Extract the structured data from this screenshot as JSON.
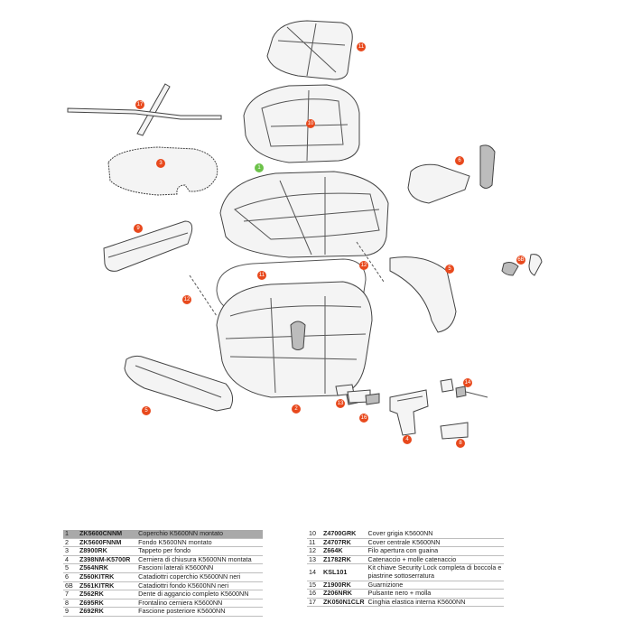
{
  "callouts": [
    {
      "id": "c11a",
      "label": "11",
      "color": "red"
    },
    {
      "id": "c10",
      "label": "10",
      "color": "red"
    },
    {
      "id": "c17",
      "label": "17",
      "color": "red"
    },
    {
      "id": "c3",
      "label": "3",
      "color": "red"
    },
    {
      "id": "c1",
      "label": "1",
      "color": "green"
    },
    {
      "id": "c6",
      "label": "6",
      "color": "red"
    },
    {
      "id": "c9",
      "label": "9",
      "color": "red"
    },
    {
      "id": "c12a",
      "label": "12",
      "color": "red"
    },
    {
      "id": "c11b",
      "label": "11",
      "color": "red"
    },
    {
      "id": "c12b",
      "label": "12",
      "color": "red"
    },
    {
      "id": "c5a",
      "label": "5",
      "color": "red"
    },
    {
      "id": "c6b",
      "label": "6B",
      "color": "red"
    },
    {
      "id": "c5b",
      "label": "5",
      "color": "red"
    },
    {
      "id": "c2",
      "label": "2",
      "color": "red"
    },
    {
      "id": "c13",
      "label": "13",
      "color": "red"
    },
    {
      "id": "c16",
      "label": "16",
      "color": "red"
    },
    {
      "id": "c14",
      "label": "14",
      "color": "red"
    },
    {
      "id": "c4",
      "label": "4",
      "color": "red"
    },
    {
      "id": "c8",
      "label": "8",
      "color": "red"
    }
  ],
  "parts_left": [
    {
      "num": "1",
      "code": "ZK5600CNNM",
      "desc": "Coperchio K5600NN montato",
      "highlight": true
    },
    {
      "num": "2",
      "code": "ZK5600FNNM",
      "desc": "Fondo K5600NN montato"
    },
    {
      "num": "3",
      "code": "Z8900RK",
      "desc": "Tappeto per fondo"
    },
    {
      "num": "4",
      "code": "Z398NM-K5700R",
      "desc": "Cerniera di chiusura K5600NN montata"
    },
    {
      "num": "5",
      "code": "Z564NRK",
      "desc": "Fascioni laterali K5600NN"
    },
    {
      "num": "6",
      "code": "Z560KITRK",
      "desc": "Catadiottri coperchio K5600NN neri"
    },
    {
      "num": "6B",
      "code": "Z561KITRK",
      "desc": "Catadiottri fondo K5600NN neri"
    },
    {
      "num": "7",
      "code": "Z562RK",
      "desc": "Dente di aggancio completo K5600NN"
    },
    {
      "num": "8",
      "code": "Z695RK",
      "desc": "Frontalino cerniera K5600NN"
    },
    {
      "num": "9",
      "code": "Z692RK",
      "desc": "Fascione posteriore K5600NN"
    }
  ],
  "parts_right": [
    {
      "num": "10",
      "code": "Z4700GRK",
      "desc": "Cover grigia K5600NN"
    },
    {
      "num": "11",
      "code": "Z4707RK",
      "desc": "Cover centrale K5600NN"
    },
    {
      "num": "12",
      "code": "Z664K",
      "desc": "Filo apertura con guaina"
    },
    {
      "num": "13",
      "code": "Z1782RK",
      "desc": "Catenaccio + molle catenaccio"
    },
    {
      "num": "14",
      "code": "KSL101",
      "desc": "Kit chiave Security Lock completa di boccola e piastrine sottoserratura",
      "two": true
    },
    {
      "num": "15",
      "code": "Z1900RK",
      "desc": "Guarnizione"
    },
    {
      "num": "16",
      "code": "Z206NRK",
      "desc": "Pulsante nero + molla"
    },
    {
      "num": "17",
      "code": "ZK050N1CLR",
      "desc": "Cinghia elastica interna K5600NN"
    }
  ]
}
